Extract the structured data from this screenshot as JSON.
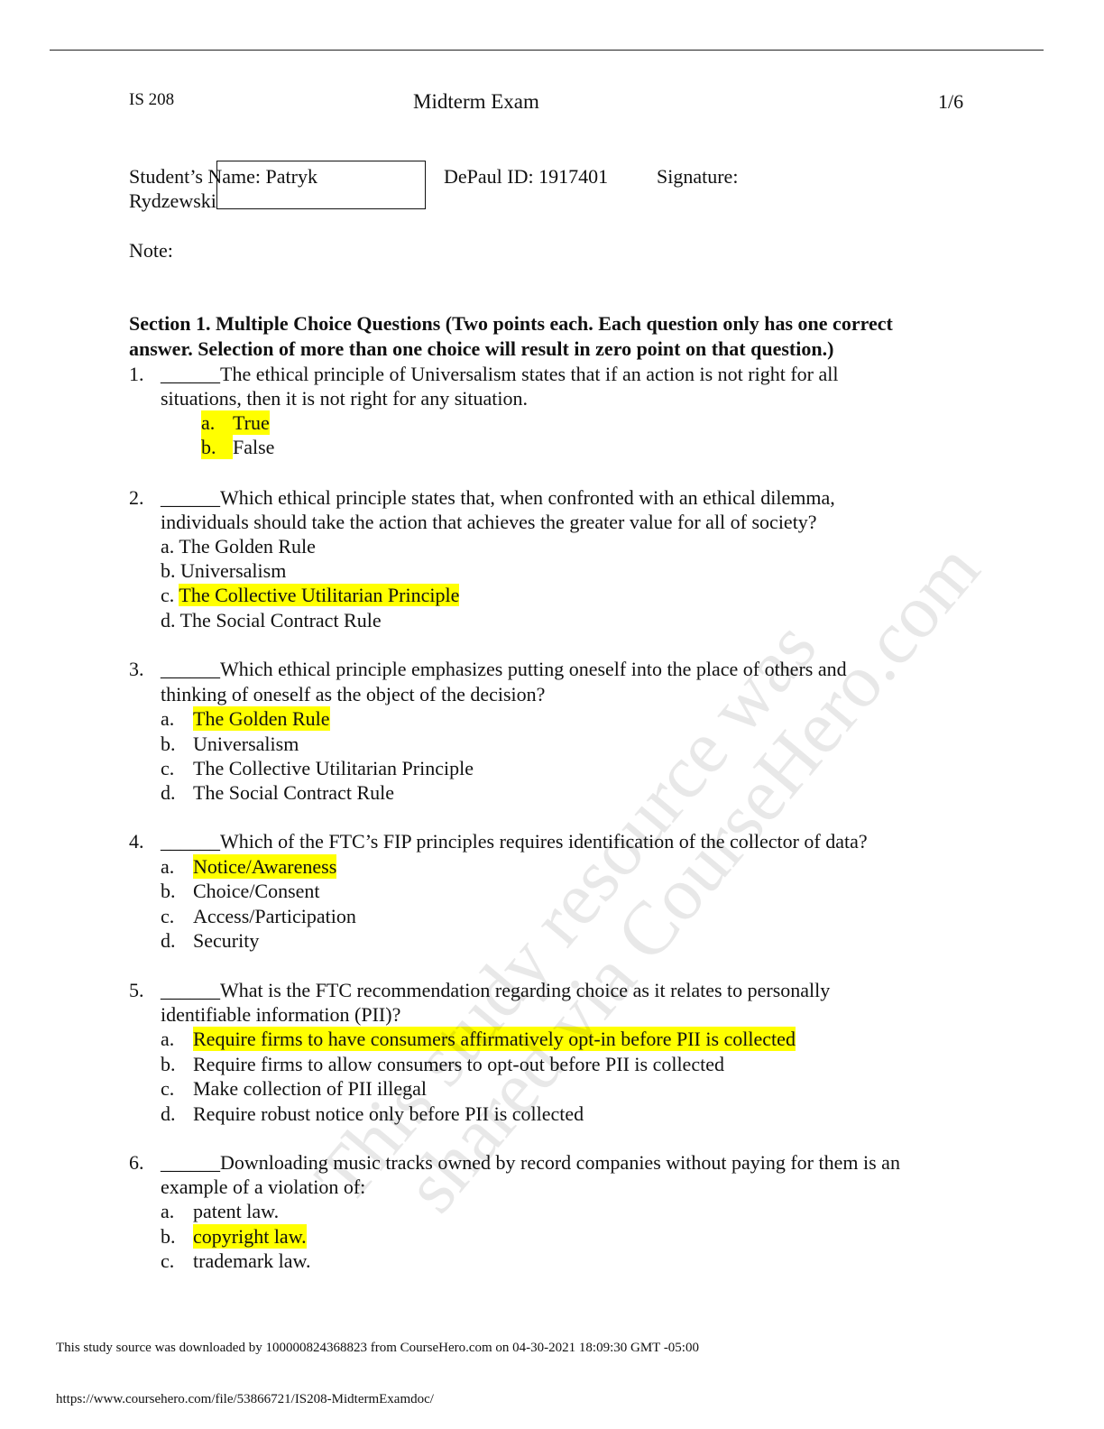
{
  "header": {
    "course": "IS 208",
    "title": "Midterm Exam",
    "page": "1/6"
  },
  "student": {
    "name_label": "Student’s Name: Patryk",
    "name_cont": "Rydzewski",
    "id": "DePaul ID: 1917401",
    "signature": "Signature:"
  },
  "note": "Note:",
  "section": {
    "line1": "Section 1. Multiple Choice Questions (Two points each. Each question only has one correct",
    "line2": "answer. Selection of more than one choice will result in zero point on that question.)"
  },
  "questions": [
    {
      "num": "1.",
      "lines": [
        "______The ethical principle of Universalism states that if an action is not right for all",
        "situations, then it is not right for any situation."
      ],
      "options": [
        {
          "letter": "a.",
          "text": "True",
          "highlight": "full"
        },
        {
          "letter": "b.",
          "text": "False",
          "highlight": "label"
        }
      ]
    },
    {
      "num": "2.",
      "lines": [
        "______Which ethical principle states that, when confronted with an ethical dilemma,",
        "individuals should take the action that achieves the greater value for all of society?"
      ],
      "options": [
        {
          "letter": "a.",
          "text": "The Golden Rule"
        },
        {
          "letter": "b.",
          "text": "Universalism"
        },
        {
          "letter": "c.",
          "text": "The Collective Utilitarian Principle",
          "highlight": "text"
        },
        {
          "letter": "d.",
          "text": "The Social Contract Rule"
        }
      ]
    },
    {
      "num": "3.",
      "lines": [
        "______Which ethical principle emphasizes putting oneself into the place of others and",
        "thinking of oneself as the object of the decision?"
      ],
      "options": [
        {
          "letter": "a.",
          "text": "The Golden Rule",
          "highlight": "text"
        },
        {
          "letter": "b.",
          "text": "Universalism"
        },
        {
          "letter": "c.",
          "text": "The Collective Utilitarian Principle"
        },
        {
          "letter": "d.",
          "text": "The Social Contract Rule"
        }
      ]
    },
    {
      "num": "4.",
      "lines": [
        "______Which of the FTC’s FIP principles requires identification of the collector of data?"
      ],
      "options": [
        {
          "letter": "a.",
          "text": "Notice/Awareness",
          "highlight": "text"
        },
        {
          "letter": "b.",
          "text": "Choice/Consent"
        },
        {
          "letter": "c.",
          "text": "Access/Participation"
        },
        {
          "letter": "d.",
          "text": "Security"
        }
      ]
    },
    {
      "num": "5.",
      "lines": [
        "______What is the FTC recommendation regarding choice as it relates to personally",
        "identifiable information (PII)?"
      ],
      "options": [
        {
          "letter": "a.",
          "text": "Require firms to have consumers affirmatively opt-in before PII is collected",
          "highlight": "text"
        },
        {
          "letter": "b.",
          "text": "Require firms to allow consumers to opt-out before PII is collected"
        },
        {
          "letter": "c.",
          "text": "Make collection of PII illegal"
        },
        {
          "letter": "d.",
          "text": "Require robust notice only before PII is collected"
        }
      ]
    },
    {
      "num": "6.",
      "lines": [
        "______Downloading music tracks owned by record companies without paying for them is an",
        "example of a violation of:"
      ],
      "options": [
        {
          "letter": "a.",
          "text": "patent law."
        },
        {
          "letter": "b.",
          "text": "copyright law.",
          "highlight": "text"
        },
        {
          "letter": "c.",
          "text": "trademark law."
        }
      ]
    }
  ],
  "watermark": {
    "line1": "This study resource was",
    "line2": "shared via CourseHero.com"
  },
  "footer": {
    "download_note": "This study source was downloaded by 100000824368823 from CourseHero.com on 04-30-2021 18:09:30 GMT -05:00",
    "url": "https://www.coursehero.com/file/53866721/IS208-MidtermExamdoc/"
  },
  "colors": {
    "highlight": "#ffff00"
  }
}
